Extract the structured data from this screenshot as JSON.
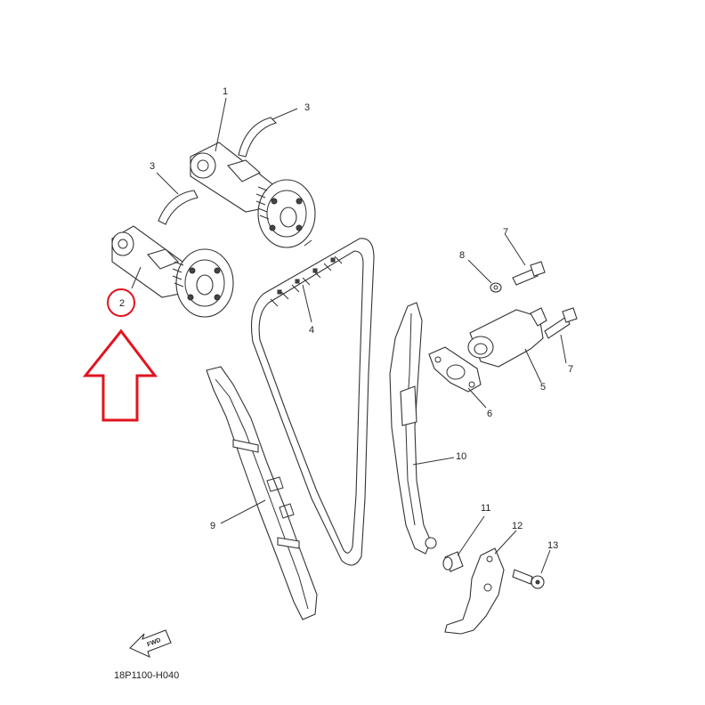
{
  "diagram": {
    "code": "18P1100-H040",
    "fwd_label": "FWD",
    "callouts": {
      "p1": "1",
      "p2": "2",
      "p3a": "3",
      "p3b": "3",
      "p4": "4",
      "p5": "5",
      "p6": "6",
      "p7a": "7",
      "p7b": "7",
      "p8": "8",
      "p9": "9",
      "p10": "10",
      "p11": "11",
      "p12": "12",
      "p13": "13"
    },
    "highlight": {
      "part": "2",
      "color": "#e0141e"
    }
  }
}
